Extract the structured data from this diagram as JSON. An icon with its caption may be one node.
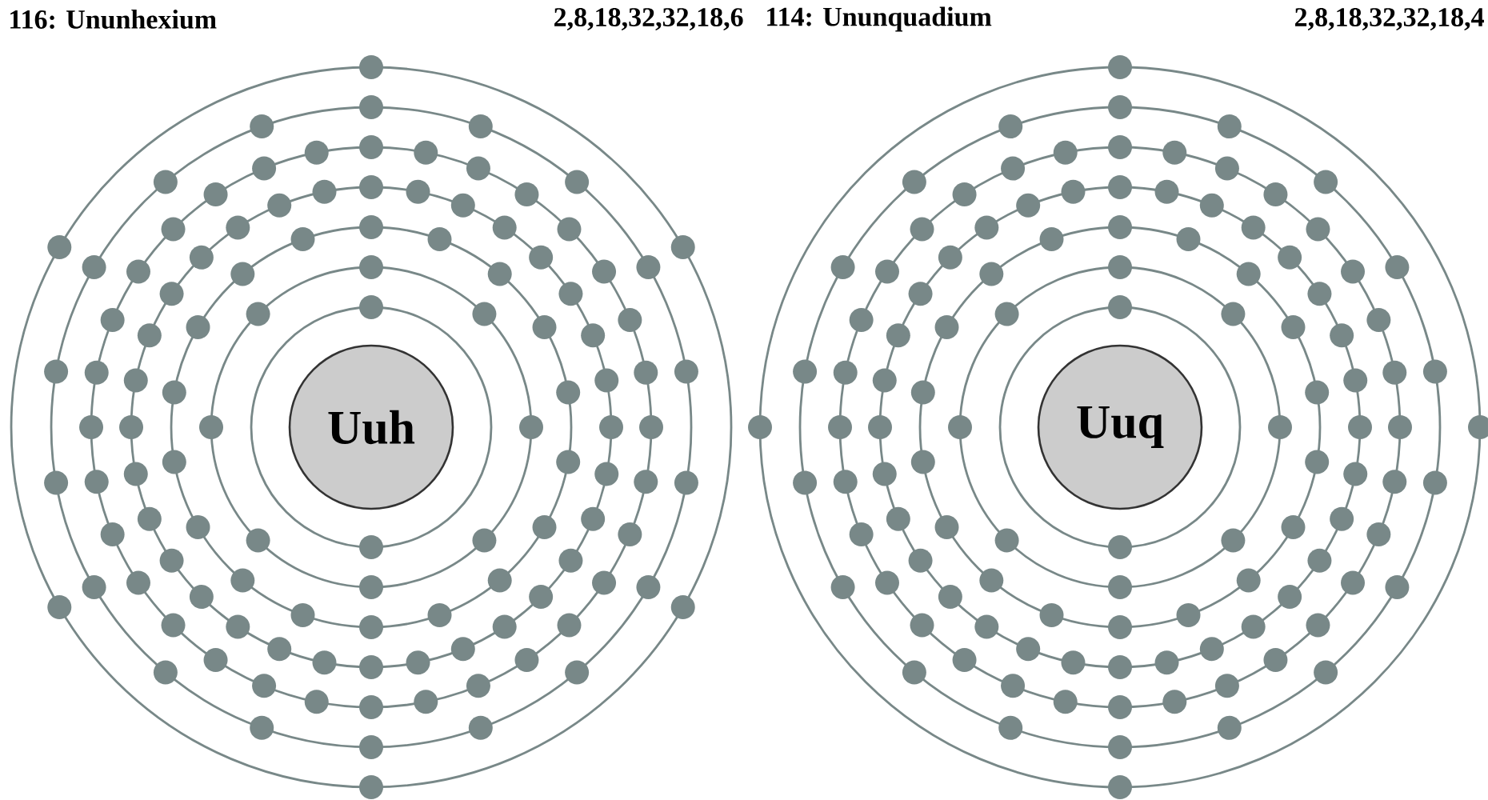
{
  "diagram": {
    "nodes": [
      {
        "text": [
          "Uuh"
        ]
      },
      {
        "text": [
          "Uuq"
        ]
      }
    ],
    "labels": [
      "116: Ununhexium",
      "2,8,18,32,32,18,6",
      "114: Ununquadium",
      "2,8,18,32,32,18,4"
    ]
  }
}
